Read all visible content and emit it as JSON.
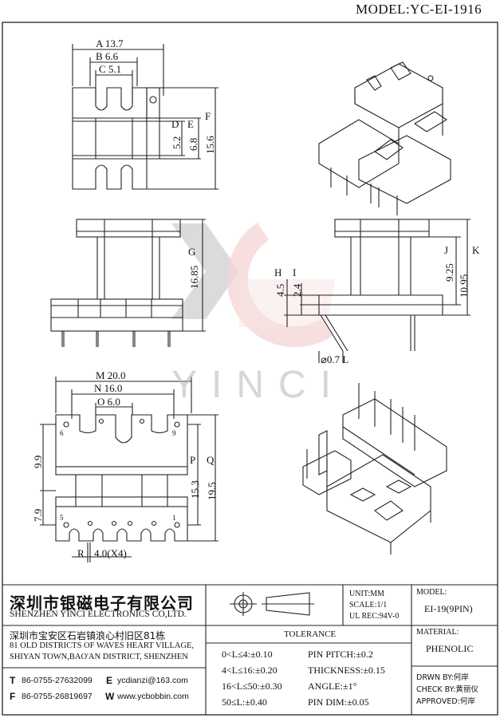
{
  "header": {
    "model": "MODEL:YC-EI-1916"
  },
  "top_view": {
    "A": "A 13.7",
    "B": "B 6.6",
    "C": "C 5.1",
    "D": "D",
    "E": "E",
    "F": "F",
    "D_val": "5.2",
    "E_val": "6.8",
    "F_val": "15.6"
  },
  "front_view": {
    "G": "G",
    "G_val": "16.85"
  },
  "side_view": {
    "H": "H",
    "I": "I",
    "H_val": "4.5",
    "I_val": "2.4",
    "J": "J",
    "K": "K",
    "J_val": "9.25",
    "K_val": "10.95",
    "pin": "⌀0.7 L"
  },
  "bottom_view": {
    "M": "M 20.0",
    "N": "N 16.0",
    "O": "O 6.0",
    "P": "P",
    "Q": "Q",
    "P_val": "15.3",
    "Q_val": "19.5",
    "left1": "9.9",
    "left2": "7.9",
    "R": "R",
    "R_val": "4.0(X4)",
    "pin6": "6",
    "pin9": "9",
    "pin5": "5",
    "pin1": "1"
  },
  "watermark": {
    "text": "YINCI"
  },
  "company": {
    "name_cn": "深圳市银磁电子有限公司",
    "name_en": "SHENZHEN YINCI ELECTRONICS CO,LTD.",
    "addr_cn": "深圳市宝安区石岩镇浪心村旧区81栋",
    "addr_en1": "81 OLD DISTRICTS OF WAVES HEART VILLAGE,",
    "addr_en2": "SHIYAN TOWN,BAO'AN DISTRICT, SHENZHEN",
    "t_label": "T",
    "tel": "86-0755-27632099",
    "e_label": "E",
    "email": "ycdianzi@163.com",
    "f_label": "F",
    "fax": "86-0755-26819697",
    "w_label": "W",
    "web": "www.ycbobbin.com"
  },
  "specs": {
    "unit": "UNIT:MM",
    "scale": "SCALE:1/1",
    "ul": "UL REC:94V-0",
    "tolerance_title": "TOLERANCE",
    "tol1": "0<L≤4:±0.10",
    "tol2": "4<L≤16:±0.20",
    "tol3": "16<L≤50:±0.30",
    "tol4": "50≤L:±0.40",
    "pin_pitch": "PIN PITCH:±0.2",
    "thickness": "THICKNESS:±0.15",
    "angle": "ANGLE:±1°",
    "pin_dim": "PIN DIM:±0.05"
  },
  "info": {
    "model_label": "MODEL:",
    "model_value": "EI-19(9PIN)",
    "material_label": "MATERIAL:",
    "material_value": "PHENOLIC",
    "drwn": "DRWN BY:何岸",
    "check": "CHECK BY:黄丽仪",
    "approved": "APPROVED:何岸"
  }
}
